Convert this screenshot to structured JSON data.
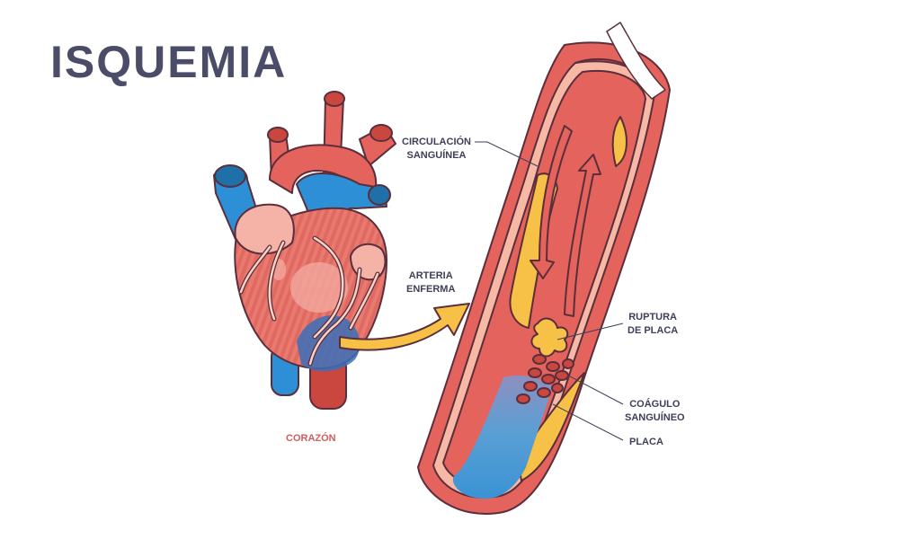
{
  "title": "ISQUEMIA",
  "labels": {
    "corazon": "CORAZÓN",
    "arteria_l1": "ARTERIA",
    "arteria_l2": "ENFERMA",
    "circ_l1": "CIRCULACIÓN",
    "circ_l2": "SANGUÍNEA",
    "ruptura_l1": "RUPTURA",
    "ruptura_l2": "DE PLACA",
    "coagulo_l1": "COÁGULO",
    "coagulo_l2": "SANGUÍNEO",
    "placa": "PLACA"
  },
  "colors": {
    "title": "#4b4d68",
    "label": "#3e3f58",
    "heart_label": "#d35c5c",
    "artery_red": "#e4635d",
    "vein_blue": "#2d8fd6",
    "plaque_yellow": "#f7c046",
    "arrow": "#f7c046",
    "outline": "#5a2e3a"
  }
}
